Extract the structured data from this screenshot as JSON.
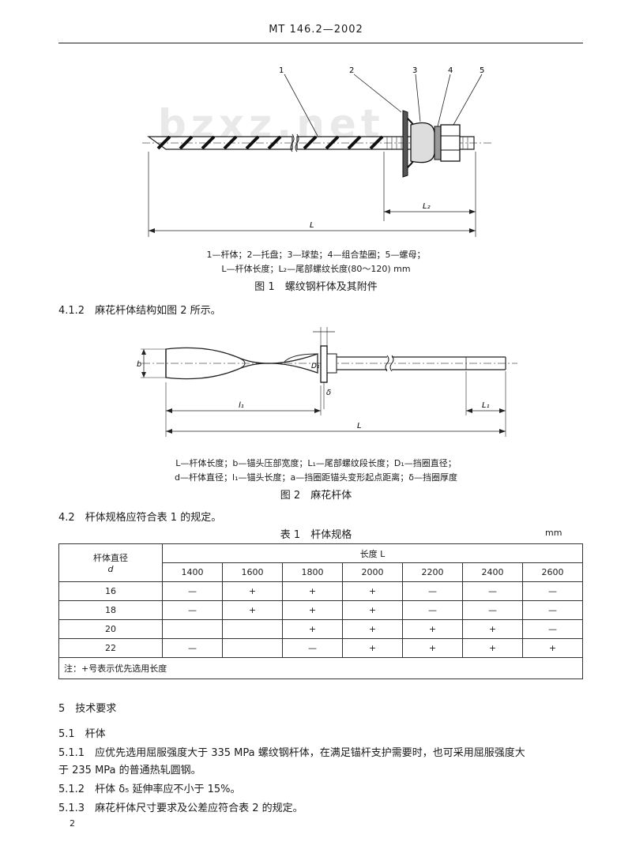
{
  "header": {
    "title": "MT 146.2—2002"
  },
  "watermark": "bzxz.net",
  "figure1": {
    "callouts": [
      "1",
      "2",
      "3",
      "4",
      "5"
    ],
    "dim_L": "L",
    "dim_L2": "L₂",
    "legend_line1": "1—杆体；2—托盘；3—球垫；4—组合垫圈；5—螺母；",
    "legend_line2": "L—杆体长度；L₂—尾部螺纹长度(80～120) mm",
    "caption": "图 1　螺纹钢杆体及其附件"
  },
  "section_4_1_2": "4.1.2　麻花杆体结构如图 2 所示。",
  "figure2": {
    "dim_b": "b",
    "dim_D1": "D₁",
    "dim_delta": "δ",
    "dim_l1": "l₁",
    "dim_L": "L",
    "dim_L1": "L₁",
    "legend_line1": "L—杆体长度；b—锚头压部宽度；L₁—尾部螺纹段长度；D₁—挡圈直径；",
    "legend_line2": "d—杆体直径；l₁—锚头长度；a—挡圈距锚头变形起点距离；δ—挡圈厚度",
    "caption": "图 2　麻花杆体"
  },
  "section_4_2": "4.2　杆体规格应符合表 1 的规定。",
  "table1": {
    "title": "表 1　杆体规格",
    "unit": "mm",
    "col_group_header": "长度 L",
    "row_header_line1": "杆体直径",
    "row_header_line2": "d",
    "lengths": [
      "1400",
      "1600",
      "1800",
      "2000",
      "2200",
      "2400",
      "2600"
    ],
    "rows": [
      {
        "d": "16",
        "cells": [
          "—",
          "+",
          "+",
          "+",
          "—",
          "—",
          "—"
        ]
      },
      {
        "d": "18",
        "cells": [
          "—",
          "+",
          "+",
          "+",
          "—",
          "—",
          "—"
        ]
      },
      {
        "d": "20",
        "cells": [
          "",
          "",
          "+",
          "+",
          "+",
          "+",
          "—"
        ]
      },
      {
        "d": "22",
        "cells": [
          "—",
          "",
          "—",
          "+",
          "+",
          "+",
          "+"
        ]
      }
    ],
    "note": "注：+号表示优先选用长度"
  },
  "section_5": "5　技术要求",
  "section_5_1": "5.1　杆体",
  "section_5_1_1_line1": "5.1.1　应优先选用屈服强度大于 335 MPa 螺纹钢杆体，在满足锚杆支护需要时，也可采用屈服强度大",
  "section_5_1_1_line2": "于 235 MPa 的普通热轧圆钢。",
  "section_5_1_2": "5.1.2　杆体 δ₅ 延伸率应不小于 15%。",
  "section_5_1_3": "5.1.3　麻花杆体尺寸要求及公差应符合表 2 的规定。",
  "page_number": "2"
}
